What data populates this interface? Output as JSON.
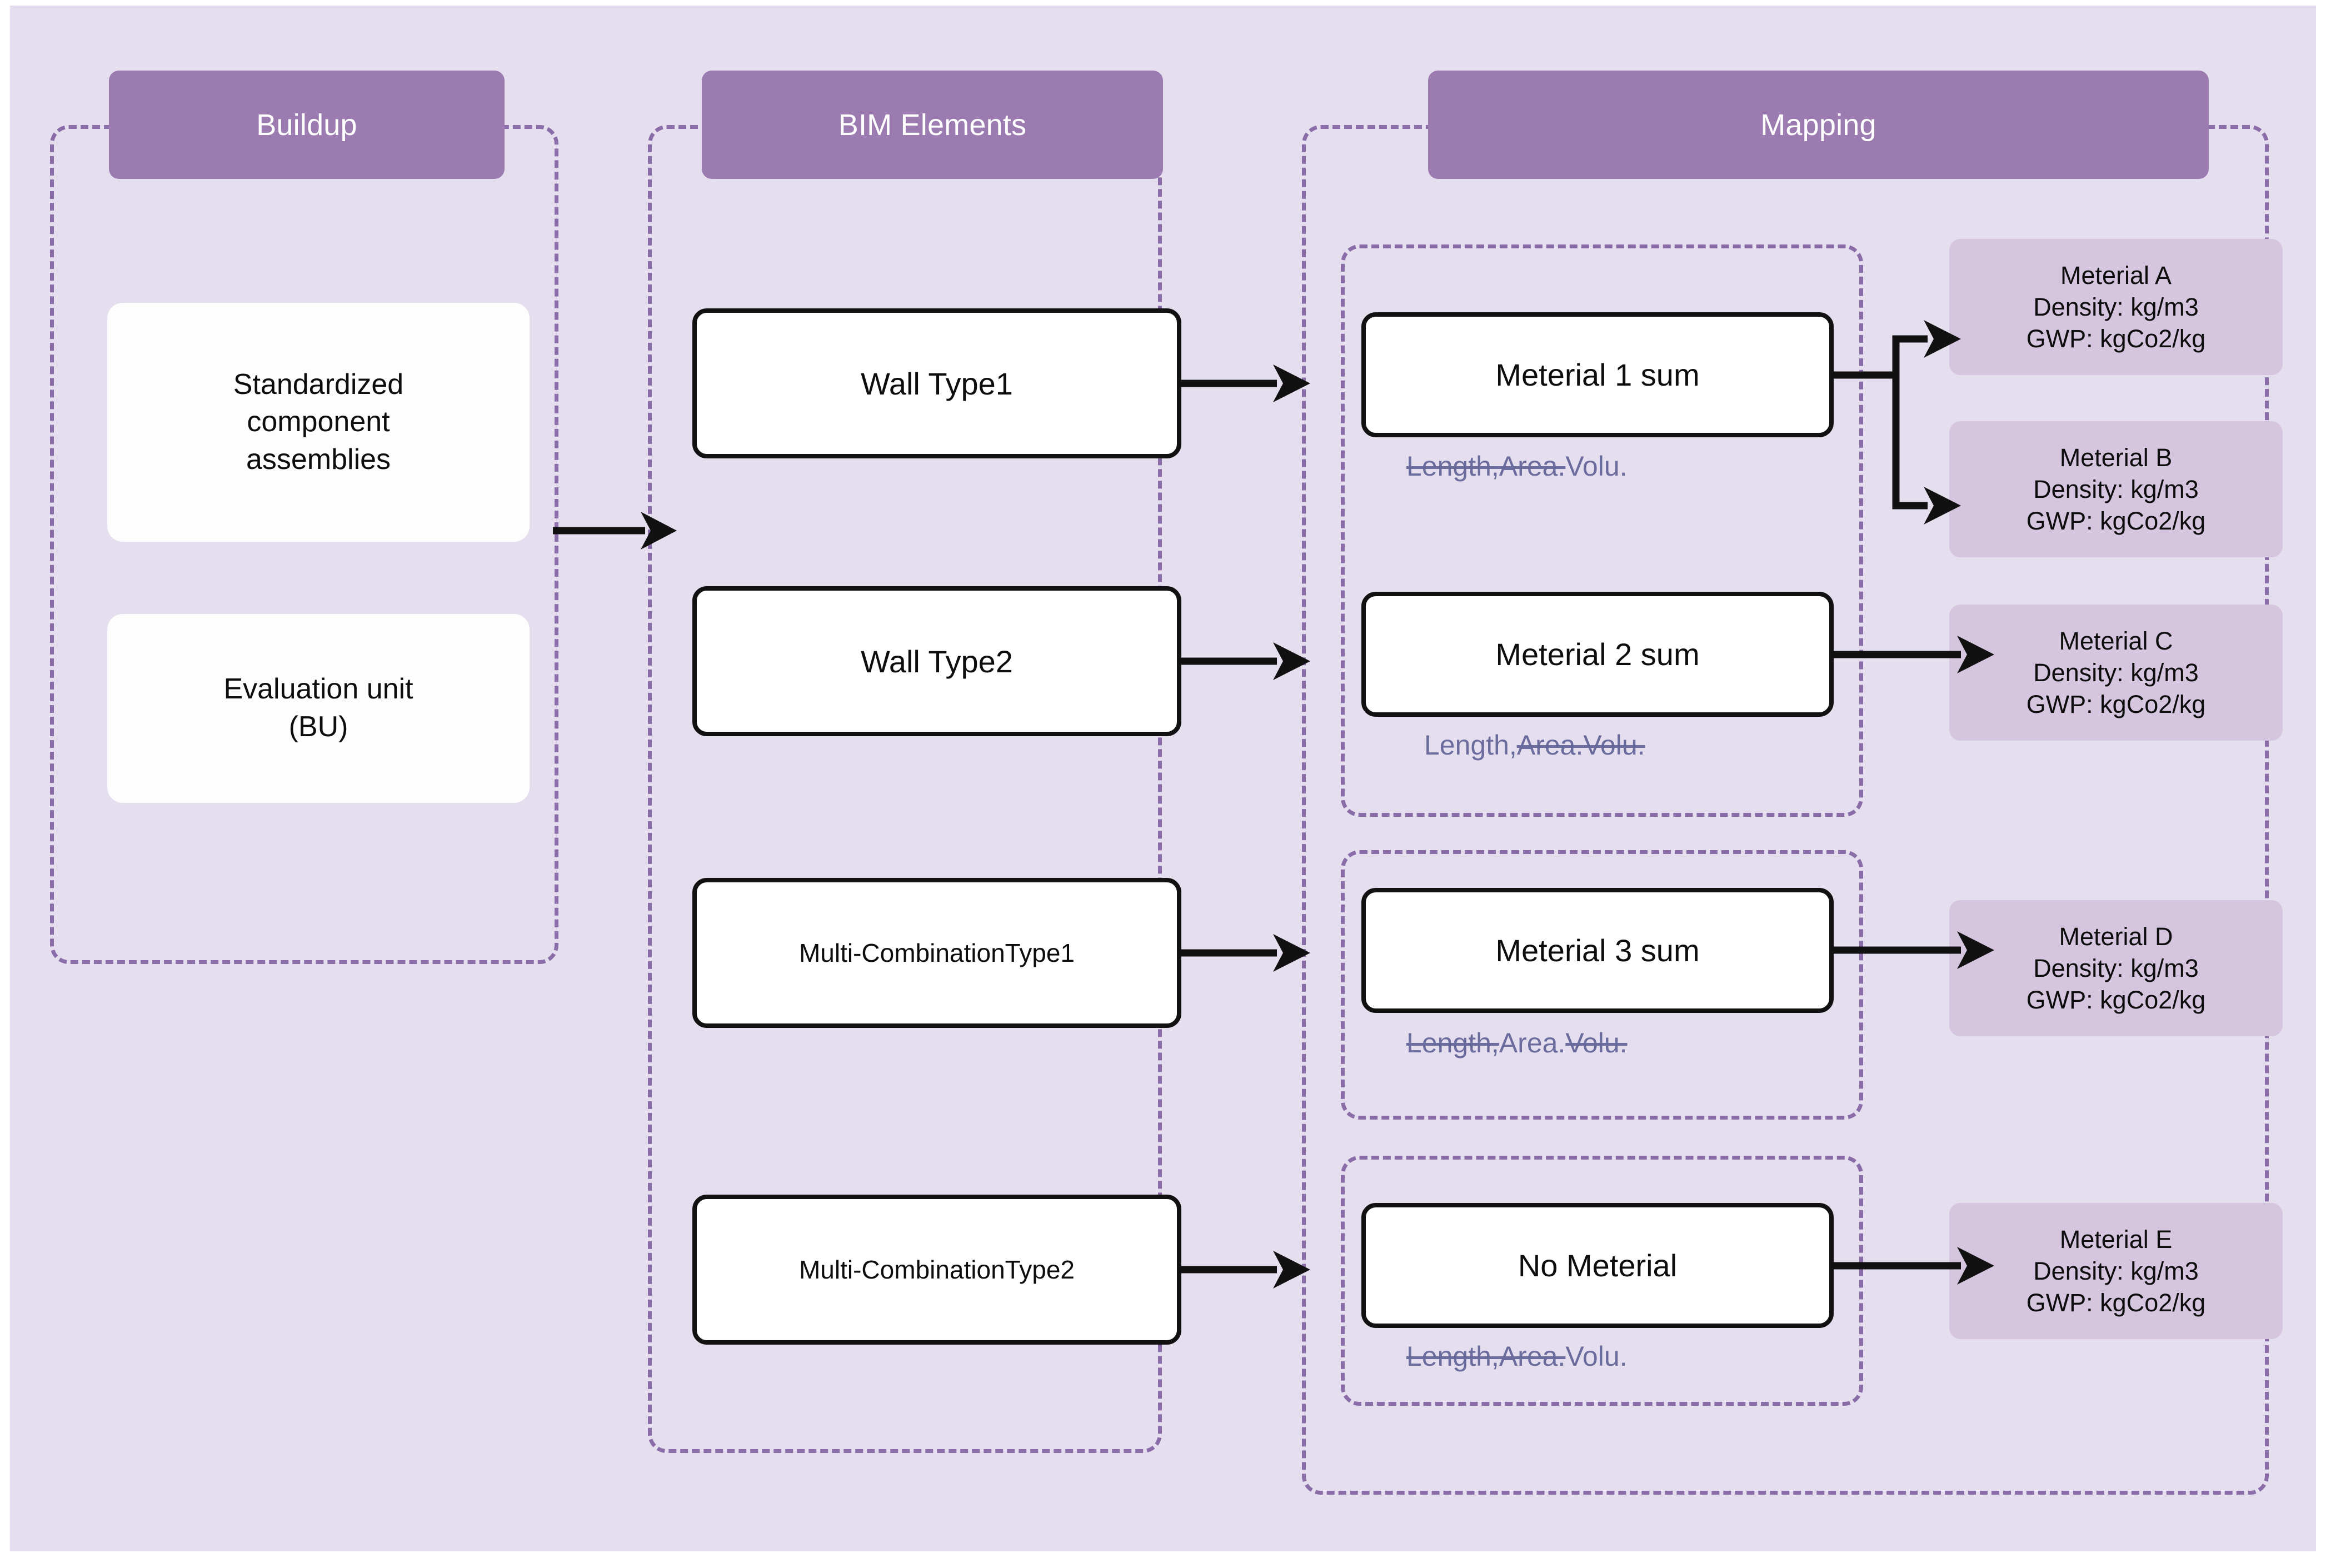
{
  "columns": [
    {
      "key": "buildup",
      "title": "Buildup"
    },
    {
      "key": "bim",
      "title": "BIM Elements"
    },
    {
      "key": "mapping",
      "title": "Mapping"
    }
  ],
  "buildup": {
    "cards": [
      {
        "label": "Standardized\ncomponent\nassemblies"
      },
      {
        "label": "Evaluation unit\n(BU)"
      }
    ]
  },
  "bim": {
    "elements": [
      {
        "label": "Wall Type1"
      },
      {
        "label": "Wall Type2"
      },
      {
        "label": "Multi-CombinationType1"
      },
      {
        "label": "Multi-CombinationType2"
      }
    ]
  },
  "mapping": {
    "sums": [
      {
        "label": "Meterial 1 sum",
        "measures": [
          {
            "text": "Length,",
            "struck": true
          },
          {
            "text": "Area.",
            "struck": true
          },
          {
            "text": "Volu.",
            "struck": false
          }
        ]
      },
      {
        "label": "Meterial 2 sum",
        "measures": [
          {
            "text": "Length,",
            "struck": false
          },
          {
            "text": "Area.",
            "struck": true
          },
          {
            "text": "Volu.",
            "struck": true
          }
        ]
      },
      {
        "label": "Meterial 3 sum",
        "measures": [
          {
            "text": "Length,",
            "struck": true
          },
          {
            "text": "Area.",
            "struck": false
          },
          {
            "text": "Volu.",
            "struck": true
          }
        ]
      },
      {
        "label": "No Meterial",
        "measures": [
          {
            "text": "Length,",
            "struck": true
          },
          {
            "text": "Area.",
            "struck": true
          },
          {
            "text": "Volu.",
            "struck": false
          }
        ]
      }
    ],
    "materials": [
      {
        "name": "Meterial A",
        "density": "Density: kg/m3",
        "gwp": "GWP: kgCo2/kg"
      },
      {
        "name": "Meterial B",
        "density": "Density: kg/m3",
        "gwp": "GWP: kgCo2/kg"
      },
      {
        "name": "Meterial C",
        "density": "Density: kg/m3",
        "gwp": "GWP: kgCo2/kg"
      },
      {
        "name": "Meterial D",
        "density": "Density: kg/m3",
        "gwp": "GWP: kgCo2/kg"
      },
      {
        "name": "Meterial E",
        "density": "Density: kg/m3",
        "gwp": "GWP: kgCo2/kg"
      }
    ]
  },
  "colors": {
    "canvas_background": "#E5DEEE",
    "header_purple": "#9B7BB0",
    "dashed_border": "#8A6DA8",
    "material_card": "#D5C5DF",
    "measure_text": "#6B6C9E",
    "outline_black": "#111111",
    "white_card": "#FDFDFE"
  }
}
